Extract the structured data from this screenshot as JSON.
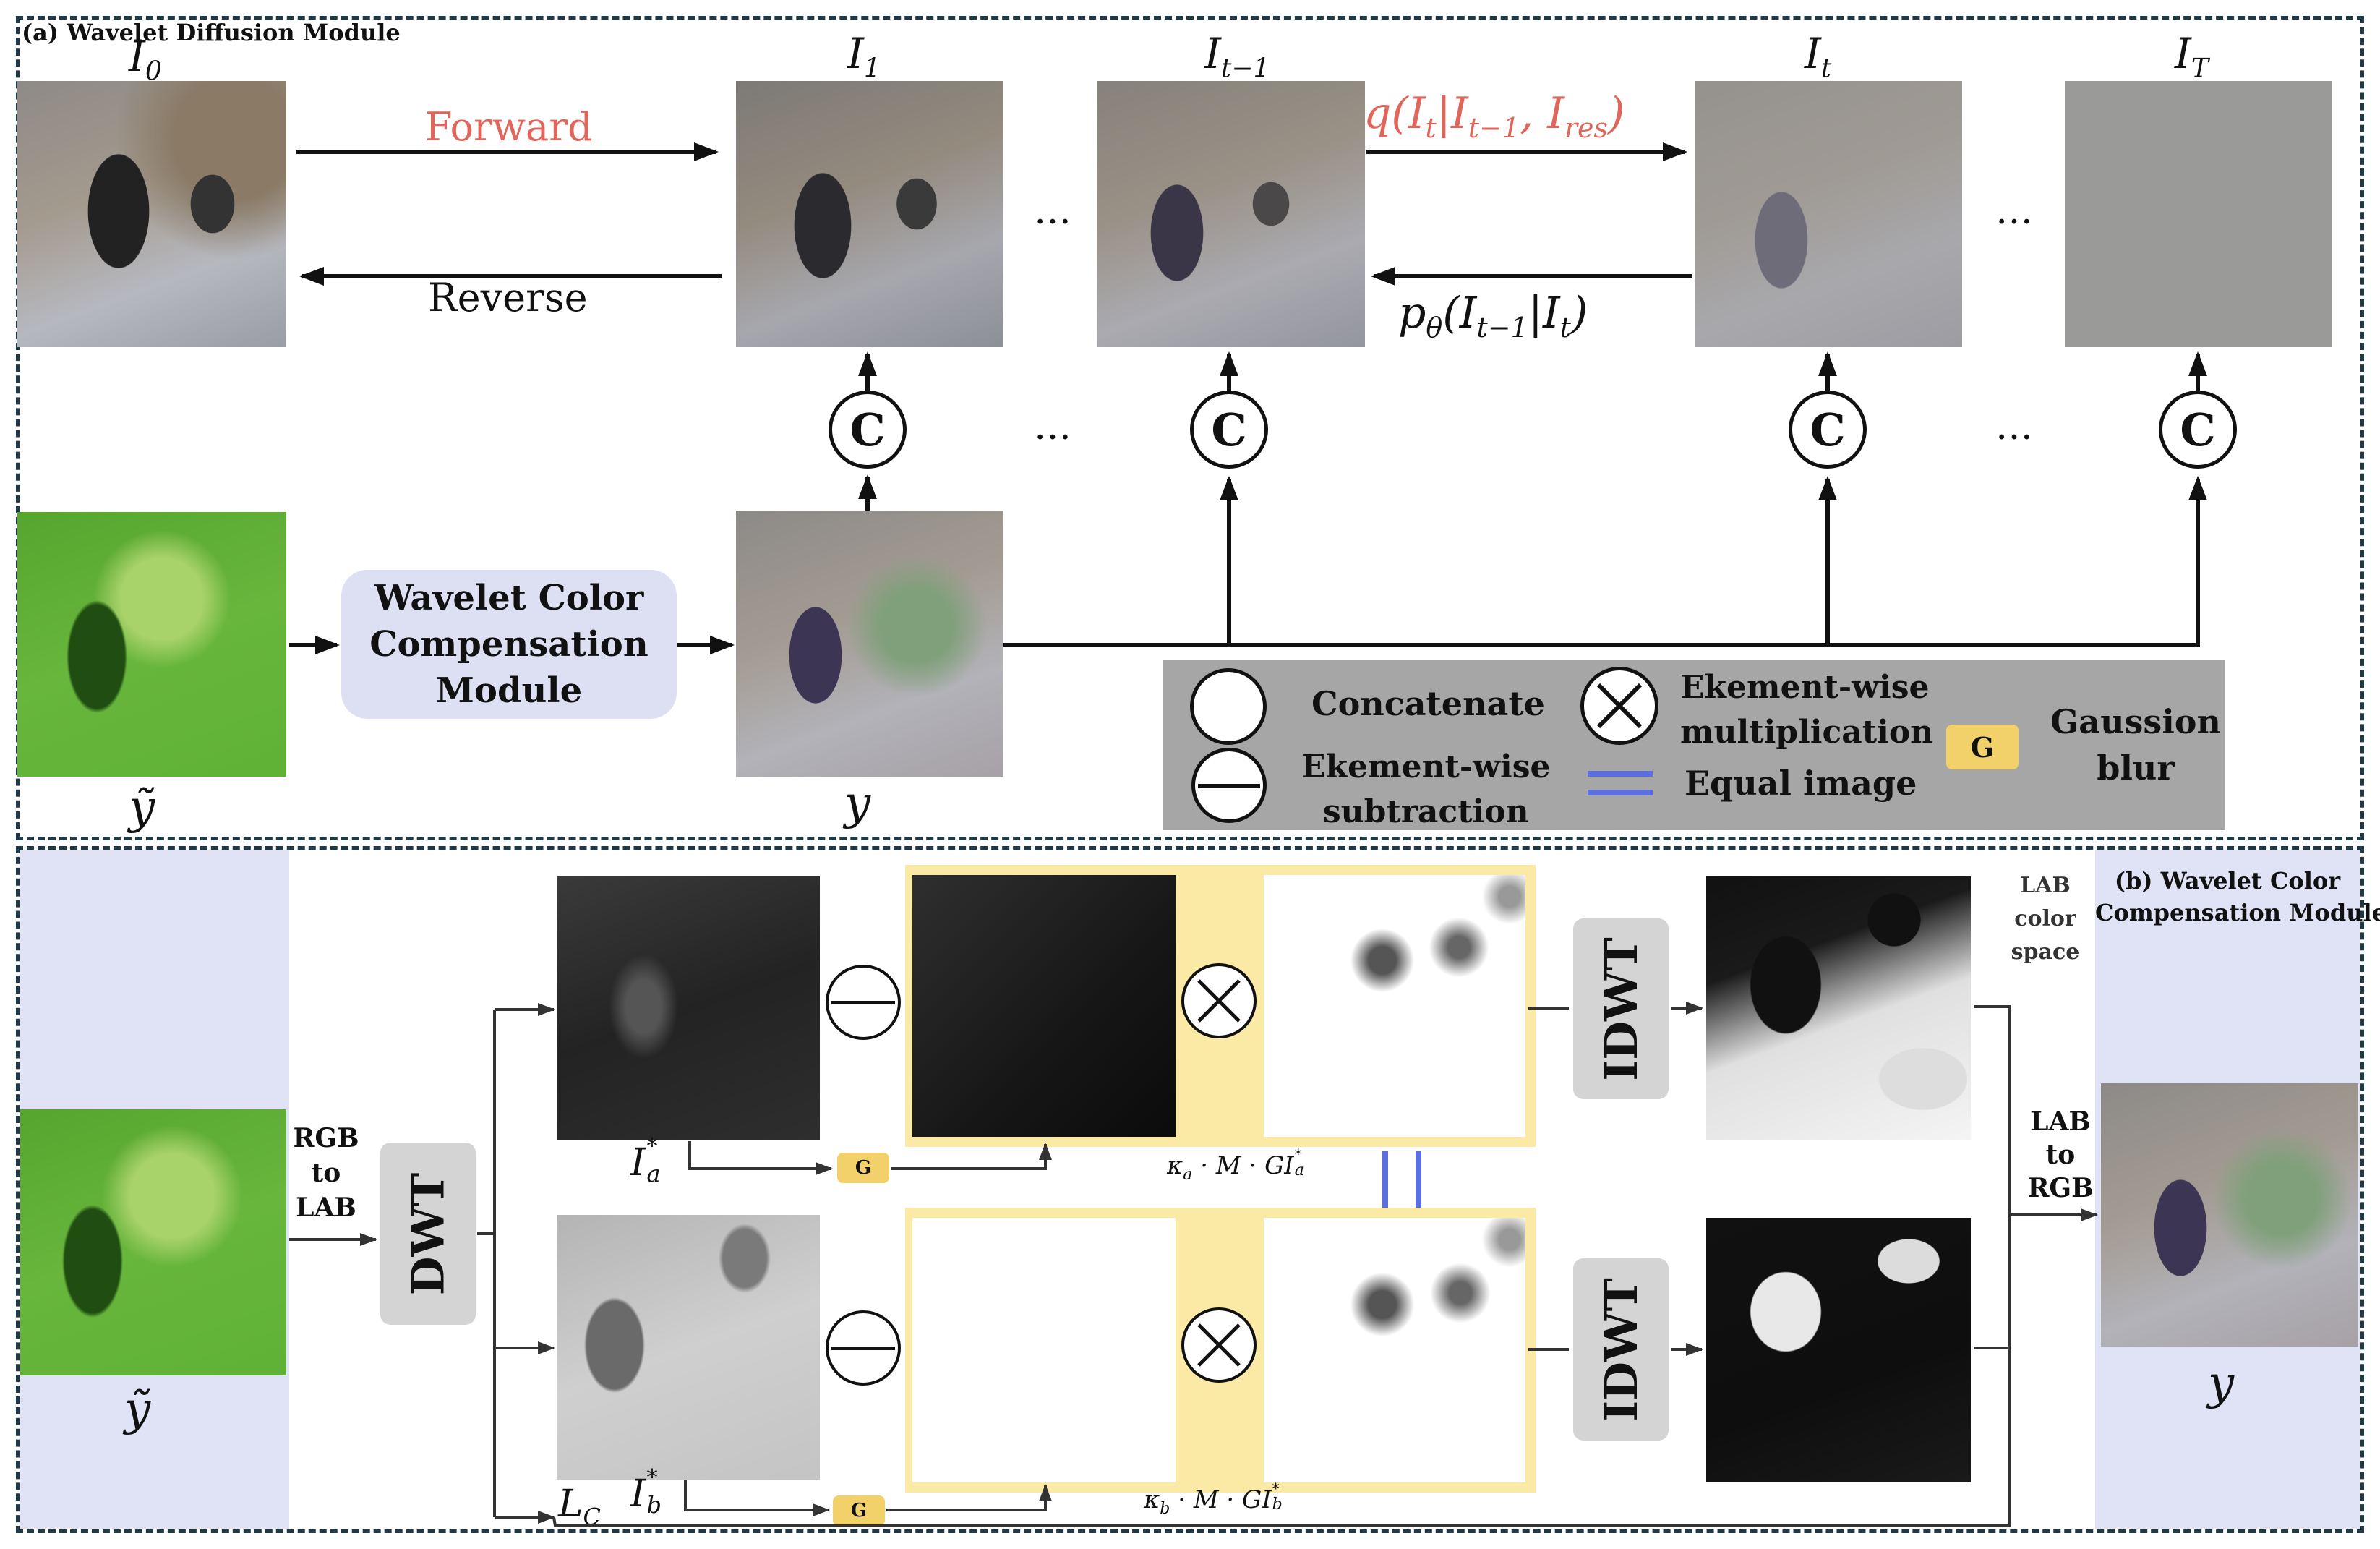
{
  "panel_a": {
    "title": "(a) Wavelet Diffusion Module",
    "frames": [
      {
        "label": "I",
        "sub": "0"
      },
      {
        "label": "I",
        "sub": "1"
      },
      {
        "label": "I",
        "sub": "t−1"
      },
      {
        "label": "I",
        "sub": "t"
      },
      {
        "label": "I",
        "sub": "T"
      }
    ],
    "forward_label": "Forward",
    "reverse_label": "Reverse",
    "q_label": "q(Iₜ|Iₜ₋₁, Iᵣₑₛ)",
    "q_text": {
      "q": "q(",
      "I1": "I",
      "s1": "t",
      "bar": "|",
      "I2": "I",
      "s2": "t−1",
      "comma": ", ",
      "I3": "I",
      "s3": "res",
      "close": ")"
    },
    "p_text": {
      "p": "p",
      "theta": "θ",
      "open": "(",
      "I1": "I",
      "s1": "t−1",
      "bar": "|",
      "I2": "I",
      "s2": "t",
      "close": ")"
    },
    "ellipsis": "…",
    "concat_symbol": "C",
    "wcc_module_lines": [
      "Wavelet Color",
      "Compensation",
      "Module"
    ],
    "input_label": "ỹ",
    "output_label": "y",
    "legend": {
      "concatenate": "Concatenate",
      "subtraction_lines": [
        "Ekement-wise",
        "subtraction"
      ],
      "multiplication_lines": [
        "Ekement-wise",
        "multiplication"
      ],
      "equal_image": "Equal image",
      "g_symbol": "G",
      "gaussian_lines": [
        "Gaussion",
        "blur"
      ]
    }
  },
  "panel_b": {
    "title_lines": [
      "(b) Wavelet Color",
      "Compensation Module"
    ],
    "rgb_to_lab_lines": [
      "RGB",
      "to",
      "LAB"
    ],
    "dwt_label": "DWT",
    "idwt_label": "IDWT",
    "lab_color_space_lines": [
      "LAB",
      "color",
      "space"
    ],
    "lab_to_rgb_lines": [
      "LAB",
      "to",
      "RGB"
    ],
    "input_label": "ỹ",
    "output_label": "y",
    "ia_label": {
      "I": "I",
      "sup": "*",
      "sub": "a"
    },
    "ib_label": {
      "I": "I",
      "sup": "*",
      "sub": "b"
    },
    "lc_label": {
      "L": "L",
      "sub": "C"
    },
    "g_symbol": "G",
    "formula_a": {
      "kappa": "κ",
      "ks": "a",
      "mid": " · M · G",
      "I": "I",
      "sup": "*",
      "sub": "a"
    },
    "formula_b": {
      "kappa": "κ",
      "ks": "b",
      "mid": " · M · G",
      "I": "I",
      "sup": "*",
      "sub": "b"
    }
  },
  "colors": {
    "panel_border": "#1e3a4a",
    "highlight_red": "#e0655a",
    "module_fill": "#dde0f3",
    "legend_fill": "#a6a6a6",
    "light_blue_bg": "#dfe3f5",
    "yellow_frame": "#fbe9a6",
    "equal_blue": "#5b6fe0",
    "g_fill": "#f2d16b"
  }
}
